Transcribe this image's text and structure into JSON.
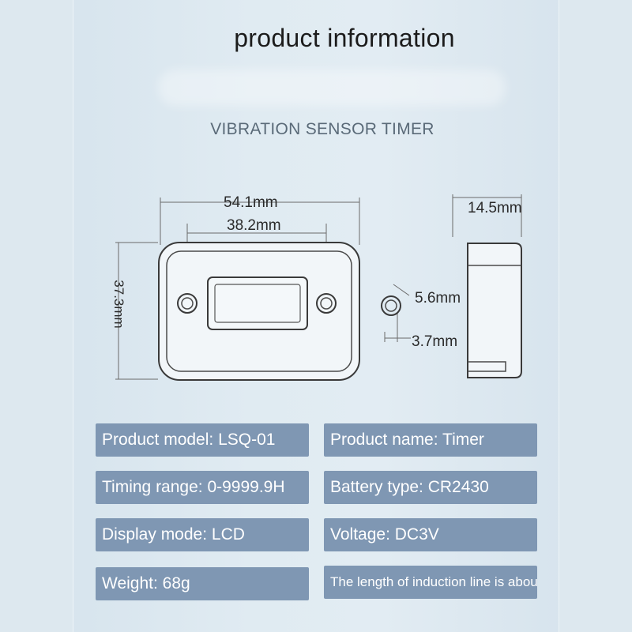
{
  "header": {
    "title": "product information",
    "subtitle": "VIBRATION SENSOR TIMER"
  },
  "dimensions": {
    "width_outer": "54.1mm",
    "width_holes": "38.2mm",
    "depth": "14.5mm",
    "hole_outer": "5.6mm",
    "hole_inner": "3.7mm",
    "height": "37.3mm"
  },
  "specs": {
    "model": "Product model: LSQ-01",
    "name": "Product name: Timer",
    "timing": "Timing range: 0-9999.9H",
    "battery": "Battery type: CR2430",
    "display": "Display mode: LCD",
    "voltage": "Voltage: DC3V",
    "weight": "Weight: 68g",
    "induction": "The length of induction line is about"
  }
}
